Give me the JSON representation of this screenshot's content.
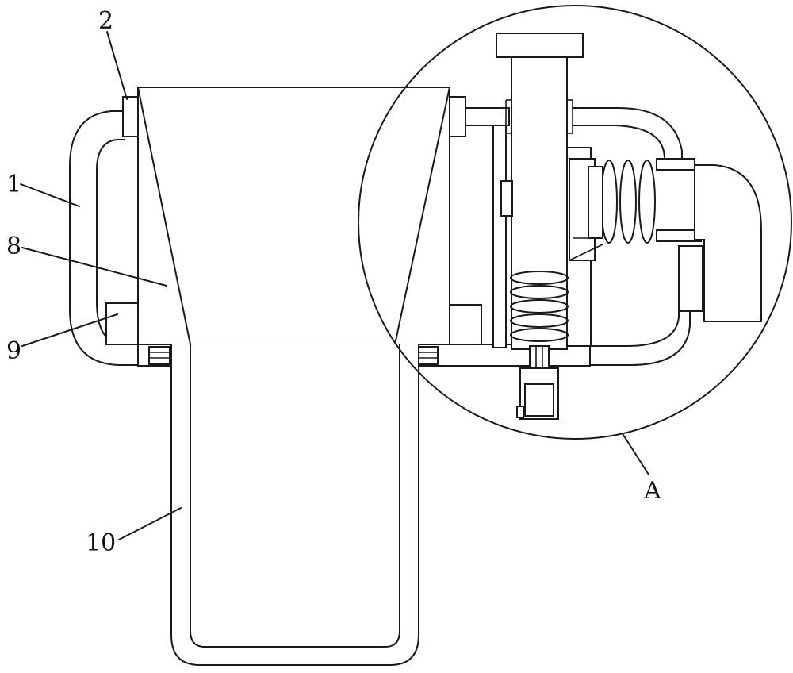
{
  "labels": {
    "l1": "1",
    "l2": "2",
    "l8": "8",
    "l9": "9",
    "l10": "10",
    "lA": "A"
  },
  "colors": {
    "stroke": "#1a1a1a",
    "background": "#ffffff"
  }
}
